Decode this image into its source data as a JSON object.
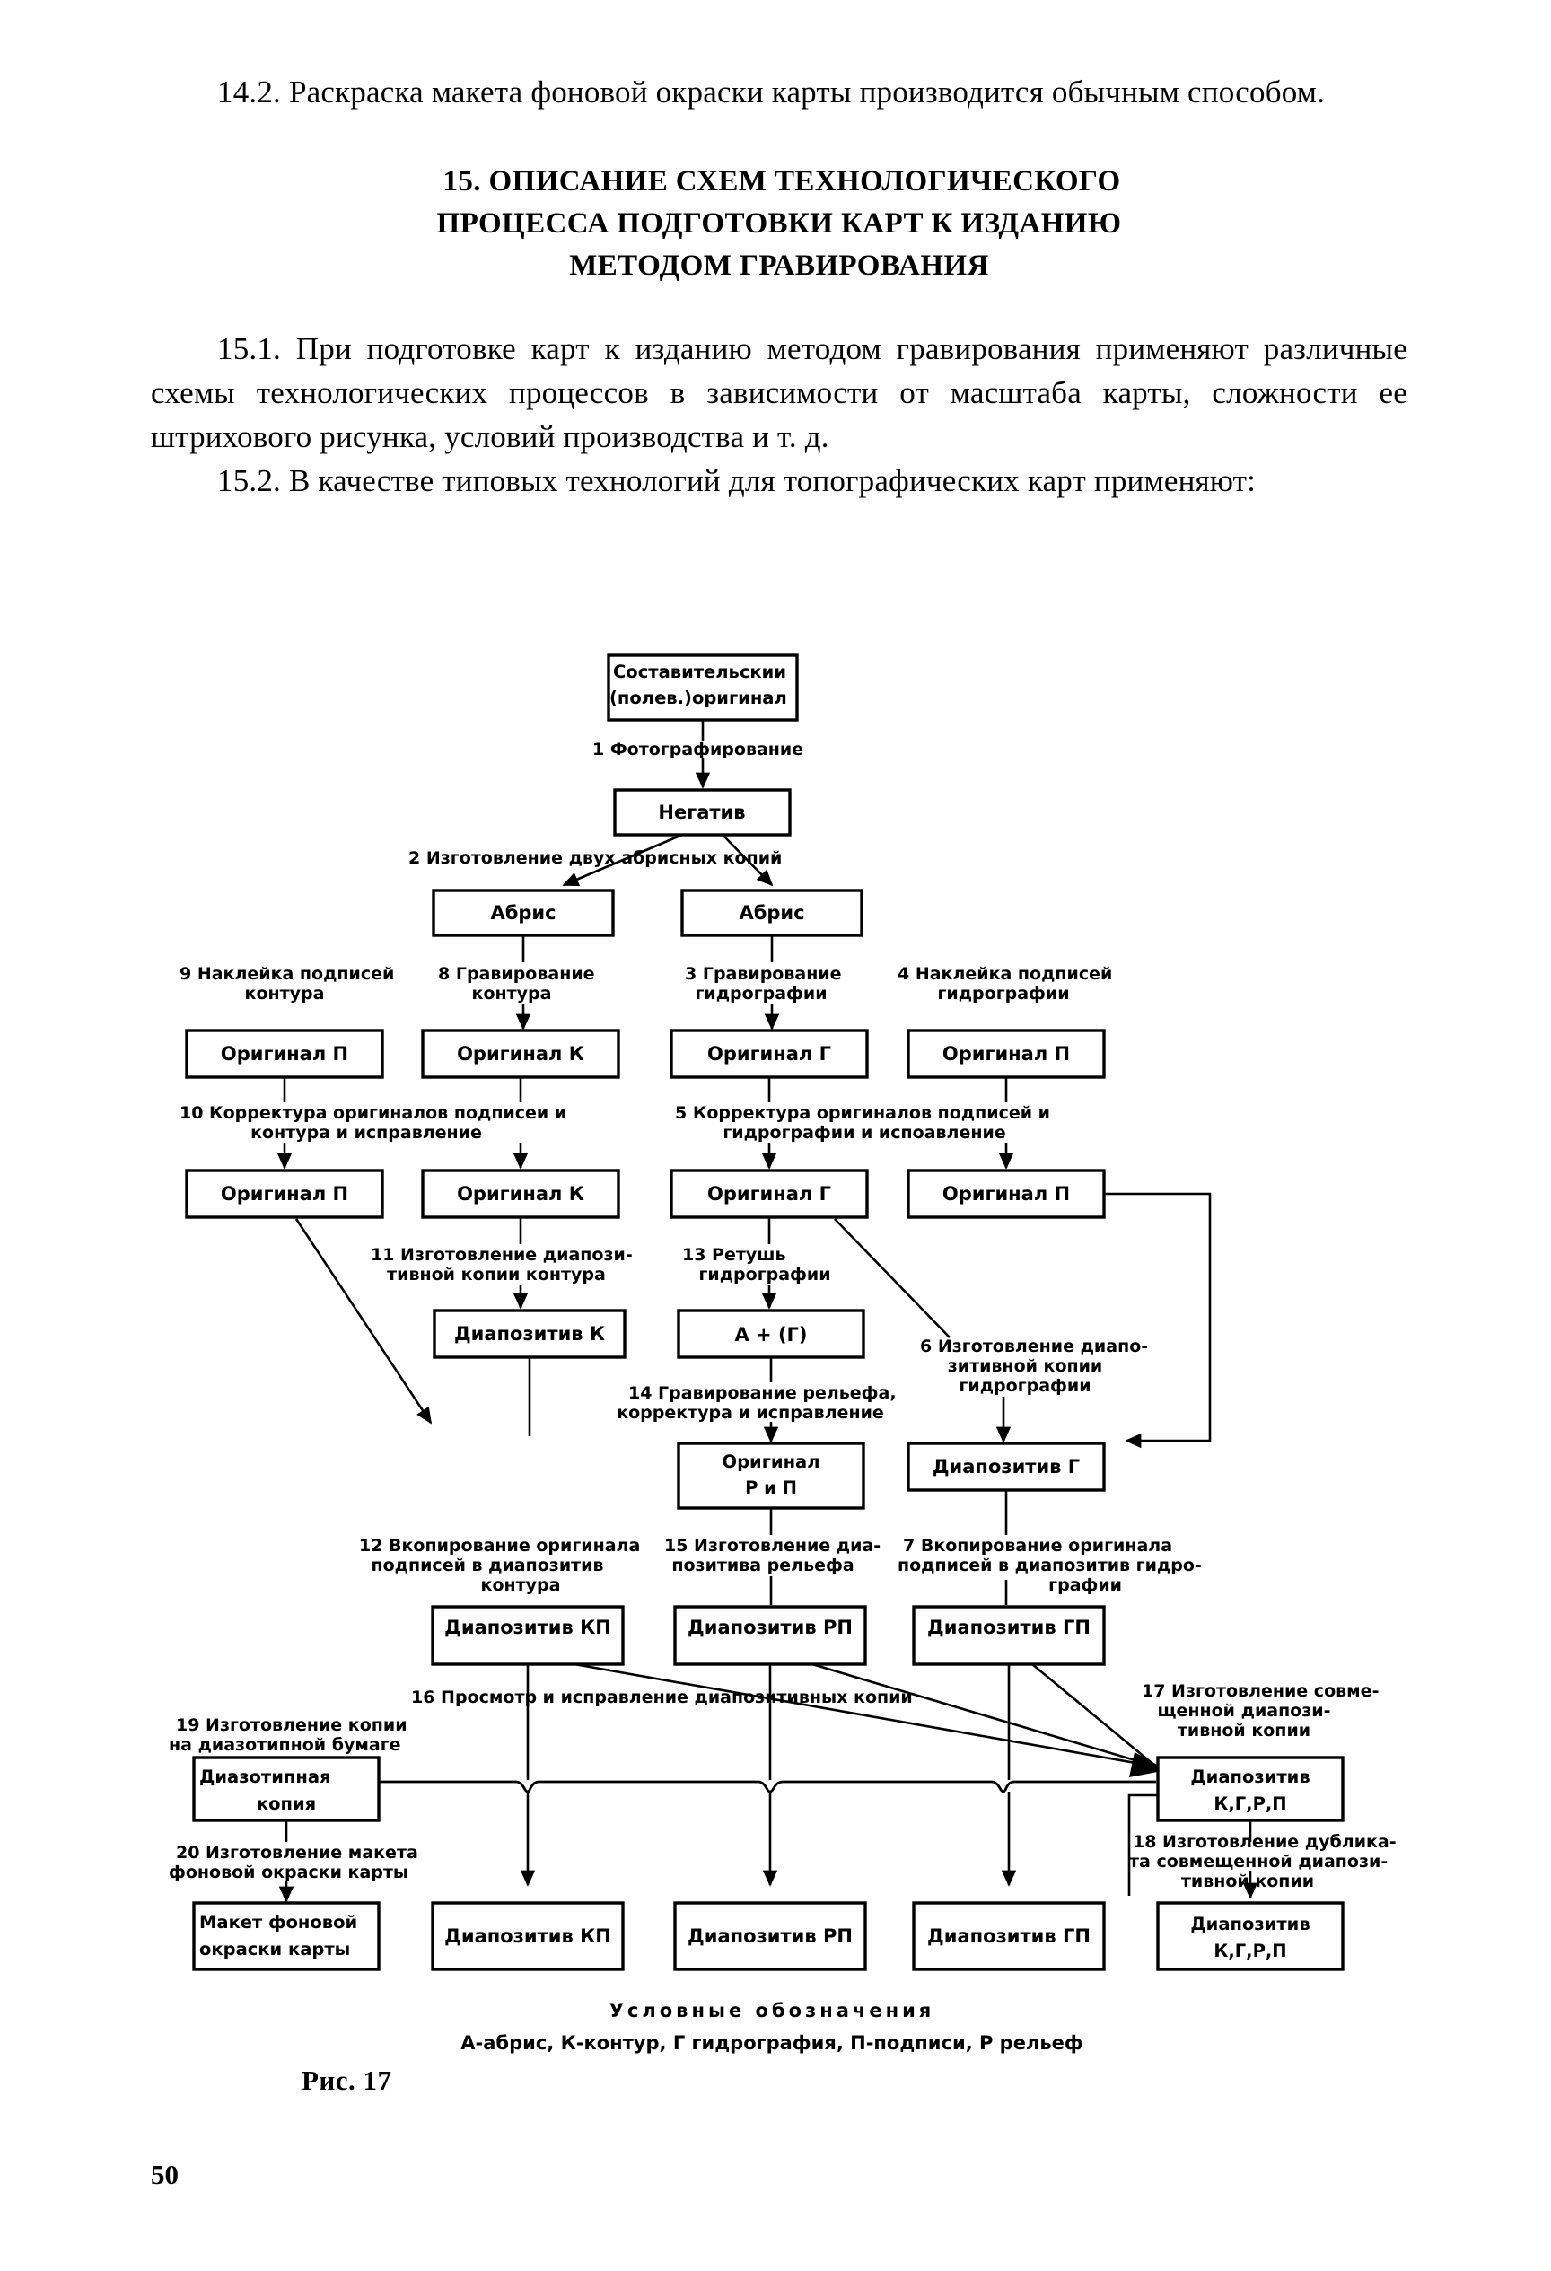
{
  "body": {
    "para_14_2": "14.2. Раскраска макета фоновой окраски карты производится обычным способом.",
    "heading": {
      "line1": "15. ОПИСАНИЕ СХЕМ ТЕХНОЛОГИЧЕСКОГО",
      "line2": "ПРОЦЕССА ПОДГОТОВКИ КАРТ К ИЗДАНИЮ",
      "line3": "МЕТОДОМ ГРАВИРОВАНИЯ"
    },
    "para_15_1": "15.1. При подготовке карт к изданию методом гравирования применяют различные схемы технологических процессов в зависимости от масштаба карты, сложности ее штрихового рисунка, условий производства и т. д.",
    "para_15_2": "15.2. В качестве типовых технологий для топографических карт применяют:"
  },
  "figure": {
    "caption": "Рис. 17",
    "page_number": "50",
    "legend": {
      "title": "Условные обозначения",
      "body": "А-абрис, К-контур,  Г гидрография, П-подписи, Р рельеф"
    },
    "boxes": {
      "source_l1": "Составительскии",
      "source_l2": "(полев.)оригинал",
      "negative": "Негатив",
      "abris_left": "Абрис",
      "abris_right": "Абрис",
      "orig_p1": "Оригинал П",
      "orig_k1": "Оригинал К",
      "orig_g1": "Оригинал Г",
      "orig_p_right1": "Оригинал П",
      "orig_p2": "Оригинал П",
      "orig_k2": "Оригинал К",
      "orig_g2": "Оригинал Г",
      "orig_p_right2": "Оригинал П",
      "diap_k": "Диапозитив К",
      "a_plus_g": "А + (Г)",
      "diap_g": "Диапозитив Г",
      "orig_rp_l1": "Оригинал",
      "orig_rp_l2": "Р и П",
      "diap_kp_mid": "Диапозитив КП",
      "diap_rp_mid": "Диапозитив РП",
      "diap_gp_mid": "Диапозитив ГП",
      "diazo_l1": "Диазотипная",
      "diazo_l2": "копия",
      "diap_combined_l1": "Диапозитив",
      "diap_combined_l2": "К,Г,Р,П",
      "maket_l1": "Макет фоновой",
      "maket_l2": "окраски карты",
      "diap_kp_bot": "Диапозитив КП",
      "diap_rp_bot": "Диапозитив РП",
      "diap_gp_bot": "Диапозитив ГП",
      "diap_dup_l1": "Диапозитив",
      "diap_dup_l2": "К,Г,Р,П"
    },
    "steps": {
      "s1": "1 Фотографирование",
      "s2": "2 Изготовление двух абрисных копий",
      "s3_l1": "3 Гравирование",
      "s3_l2": "гидрографии",
      "s4_l1": "4 Наклейка подписей",
      "s4_l2": "гидрографии",
      "s5_l1": "5 Корректура оригиналов подписей и",
      "s5_l2": "гидрографии и испоавление",
      "s6_l1": "6 Изготовление диапо-",
      "s6_l2": "зитивной копии",
      "s6_l3": "гидрографии",
      "s7_l1": "7 Вкопирование оригинала",
      "s7_l2": "подписей в диапозитив гидро-",
      "s7_l3": "графии",
      "s8_l1": "8 Гравирование",
      "s8_l2": "контура",
      "s9_l1": "9 Наклейка подписей",
      "s9_l2": "контура",
      "s10_l1": "10 Корректура оригиналов подписеи и",
      "s10_l2": "контура и исправление",
      "s11_l1": "11 Изготовление диапози-",
      "s11_l2": "тивной копии контура",
      "s12_l1": "12 Вкопирование оригинала",
      "s12_l2": "подписей в диапозитив",
      "s12_l3": "контура",
      "s13_l1": "13   Ретушь",
      "s13_l2": "гидрографии",
      "s14_l1": "14 Гравирование рельефа,",
      "s14_l2": "корректура и исправление",
      "s15_l1": "15 Изготовление диа-",
      "s15_l2": "позитива рельефа",
      "s16": "16 Просмотр и  исправление диапозитивных копии",
      "s17_l1": "17 Изготовление совме-",
      "s17_l2": "щенной диапози-",
      "s17_l3": "тивной копии",
      "s18_l1": "18 Изготовление дублика-",
      "s18_l2": "та совмещенной диапози-",
      "s18_l3": "тивной     копии",
      "s19_l1": "19 Изготовление копии",
      "s19_l2": "на диазотипной бумаге",
      "s20_l1": "20 Изготовление макета",
      "s20_l2": "фоновой окраски карты"
    }
  }
}
